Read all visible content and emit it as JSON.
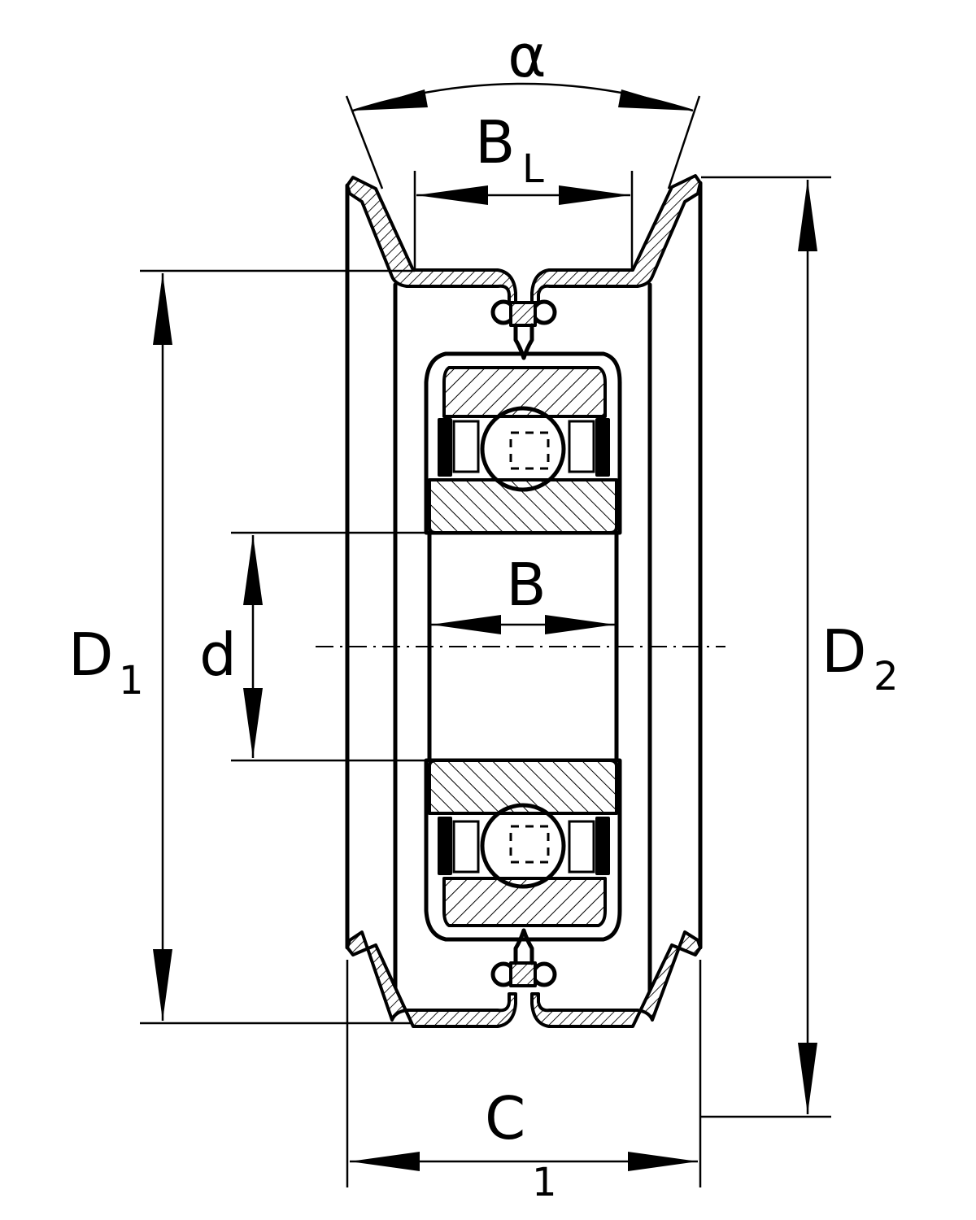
{
  "diagram": {
    "labels": {
      "alpha": "α",
      "bl_main": "B",
      "bl_sub": "L",
      "b": "B",
      "d": "d",
      "d1_main": "D",
      "d1_sub": "1",
      "d2_main": "D",
      "d2_sub": "2",
      "c1_main": "C",
      "c1_sub": "1"
    },
    "colors": {
      "line": "#000000",
      "background": "#ffffff"
    }
  }
}
